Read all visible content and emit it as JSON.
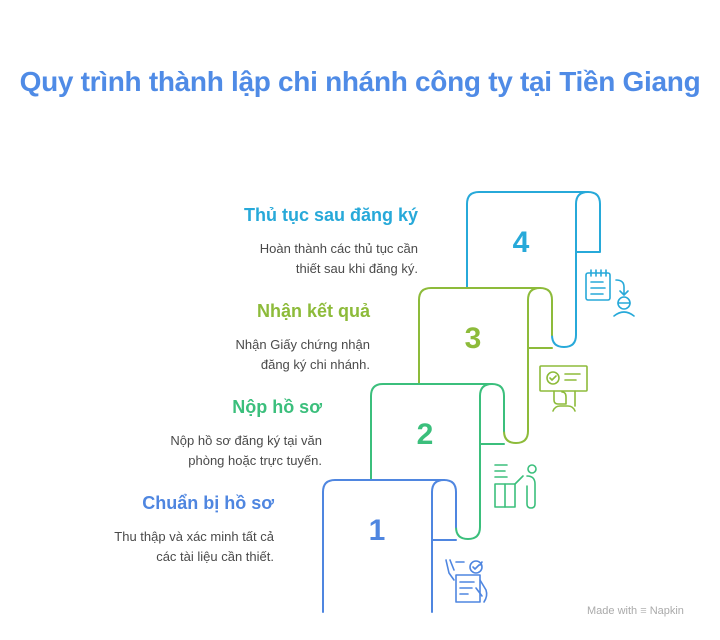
{
  "title": "Quy trình thành lập chi nhánh công ty tại Tiền Giang",
  "steps": [
    {
      "number": "1",
      "title": "Chuẩn bị hồ sơ",
      "desc_line1": "Thu thập và xác minh tất cả",
      "desc_line2": "các tài liệu cần thiết.",
      "color": "#4f86e0",
      "icon": "document-checklist-icon"
    },
    {
      "number": "2",
      "title": "Nộp hồ sơ",
      "desc_line1": "Nộp hồ sơ đăng ký tại văn",
      "desc_line2": "phòng hoặc trực tuyến.",
      "color": "#3bbf7c",
      "icon": "person-at-desk-icon"
    },
    {
      "number": "3",
      "title": "Nhận kết quả",
      "desc_line1": "Nhận Giấy chứng nhận",
      "desc_line2": "đăng ký chi nhánh.",
      "color": "#8dbb3a",
      "icon": "certificate-icon"
    },
    {
      "number": "4",
      "title": "Thủ tục sau đăng ký",
      "desc_line1": "Hoàn thành các thủ tục cần",
      "desc_line2": "thiết sau khi đăng ký.",
      "color": "#27a9d9",
      "icon": "calendar-person-icon"
    }
  ],
  "footer": {
    "made_with": "Made with",
    "brand": "Napkin"
  }
}
